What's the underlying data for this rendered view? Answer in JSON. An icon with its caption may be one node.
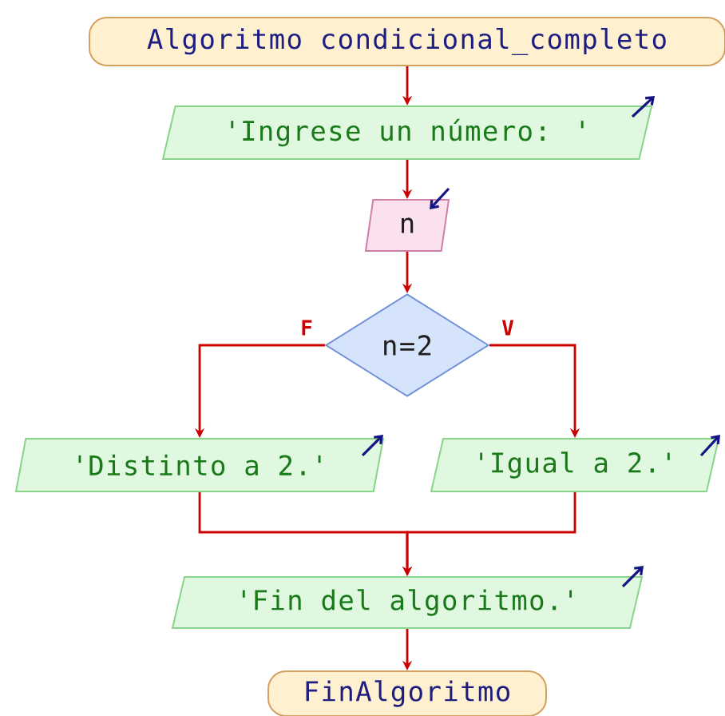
{
  "diagram": {
    "nodes": [
      {
        "text": [
          "Algoritmo condicional_completo"
        ]
      },
      {
        "text": [
          "'Ingrese un número: '"
        ]
      },
      {
        "text": [
          "n"
        ]
      },
      {
        "text": [
          "n=2"
        ]
      },
      {
        "text": [
          "'Distinto a 2.'"
        ]
      },
      {
        "text": [
          "'Igual a 2.'"
        ]
      },
      {
        "text": [
          "'Fin del algoritmo.'"
        ]
      },
      {
        "text": [
          "FinAlgoritmo"
        ]
      }
    ],
    "edges": [
      {
        "from": 0,
        "to": 1,
        "arrow": "to"
      },
      {
        "from": 1,
        "to": 2,
        "arrow": "to"
      },
      {
        "from": 2,
        "to": 3,
        "arrow": "to"
      },
      {
        "from": 3,
        "to": 4,
        "arrow": "to",
        "label": "F"
      },
      {
        "from": 3,
        "to": 5,
        "arrow": "to",
        "label": "V"
      },
      {
        "from": 4,
        "to": 6,
        "arrow": "to"
      },
      {
        "from": 5,
        "to": 6,
        "arrow": "to"
      },
      {
        "from": 6,
        "to": 7,
        "arrow": "to"
      }
    ]
  }
}
